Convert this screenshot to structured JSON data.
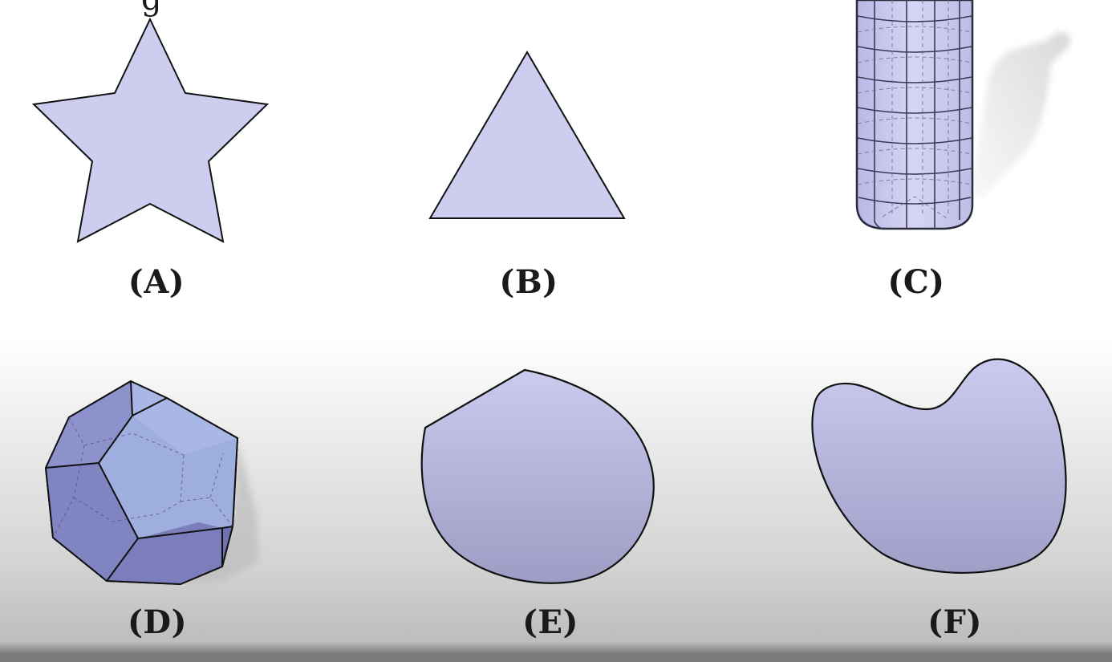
{
  "top_fragment": "g",
  "colors": {
    "shape_fill": "#cdcdf0",
    "stroke": "#111111",
    "solid_light": "#9fb0df",
    "solid_dark": "#7b7fbd"
  },
  "figures": [
    {
      "id": "A",
      "label": "(A)",
      "shape": "star"
    },
    {
      "id": "B",
      "label": "(B)",
      "shape": "triangle"
    },
    {
      "id": "C",
      "label": "(C)",
      "shape": "bottle"
    },
    {
      "id": "D",
      "label": "(D)",
      "shape": "dodecahedron"
    },
    {
      "id": "E",
      "label": "(E)",
      "shape": "teardrop"
    },
    {
      "id": "F",
      "label": "(F)",
      "shape": "bean"
    }
  ]
}
